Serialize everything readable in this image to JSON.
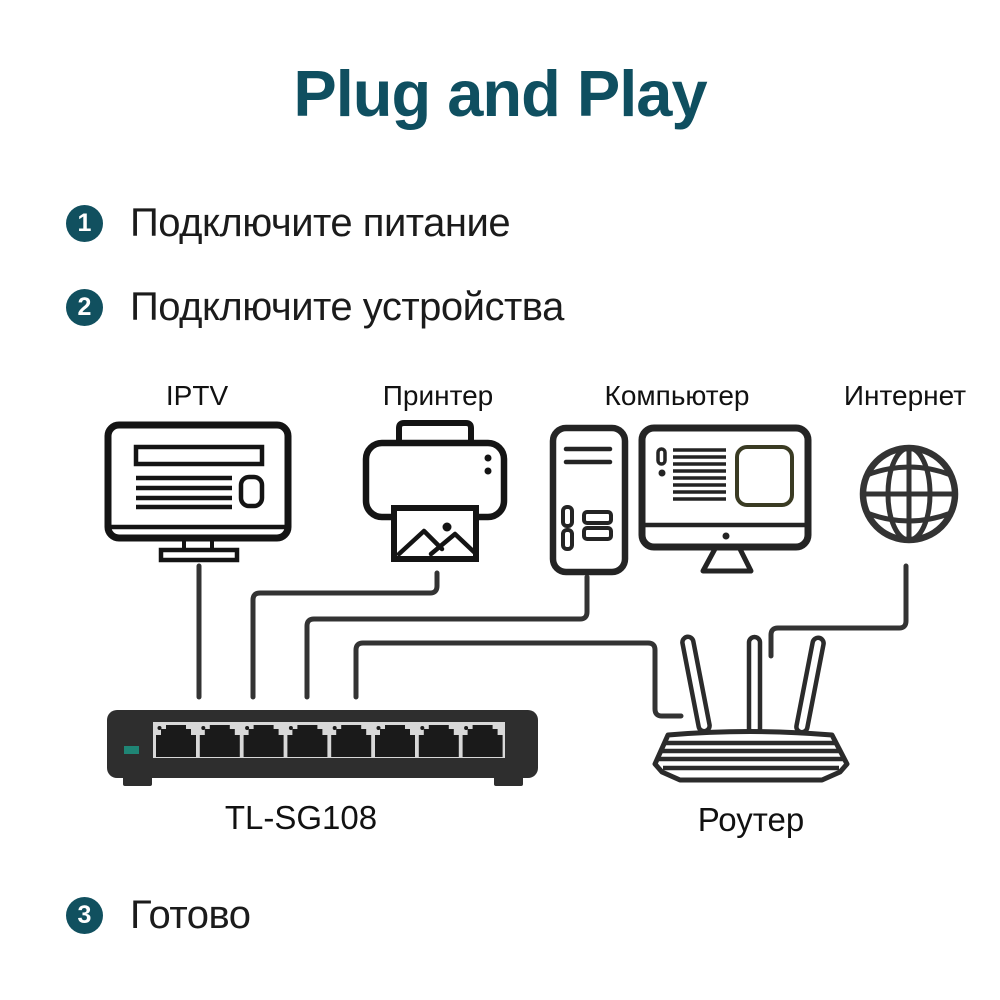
{
  "title": "Plug and Play",
  "steps": [
    {
      "number": "1",
      "label": "Подключите питание"
    },
    {
      "number": "2",
      "label": "Подключите устройства"
    },
    {
      "number": "3",
      "label": "Готово"
    }
  ],
  "devices": [
    {
      "label": "IPTV",
      "icon": "tv-icon"
    },
    {
      "label": "Принтер",
      "icon": "printer-icon"
    },
    {
      "label": "Компьютер",
      "icon": "desktop-computer-icon"
    },
    {
      "label": "Интернет",
      "icon": "globe-icon"
    }
  ],
  "switch": {
    "model": "TL-SG108",
    "port_count": 8
  },
  "router": {
    "label": "Роутер"
  },
  "colors": {
    "accent_teal": "#11505f",
    "title_teal": "#0f4f60",
    "text": "#1b1b1b",
    "cable_line": "#333333",
    "switch_body": "#2e2e2e",
    "switch_panel": "#d8d8d8",
    "switch_port": "#1a1a1a",
    "switch_led": "#1f8575"
  }
}
